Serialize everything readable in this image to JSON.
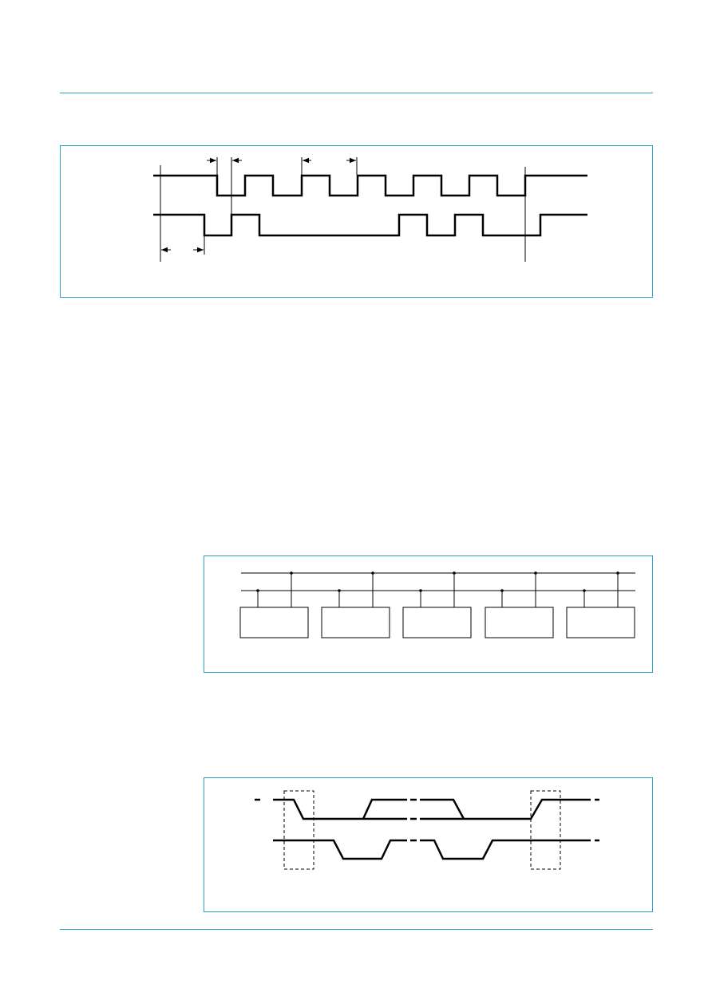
{
  "document": {
    "accent_color": "#2aa1c6",
    "figures": [
      {
        "id": "timing-diagram",
        "labels": []
      },
      {
        "id": "bus-connection-diagram",
        "labels": [],
        "device_count": 5
      },
      {
        "id": "start-stop-conditions-diagram",
        "labels": []
      }
    ]
  }
}
